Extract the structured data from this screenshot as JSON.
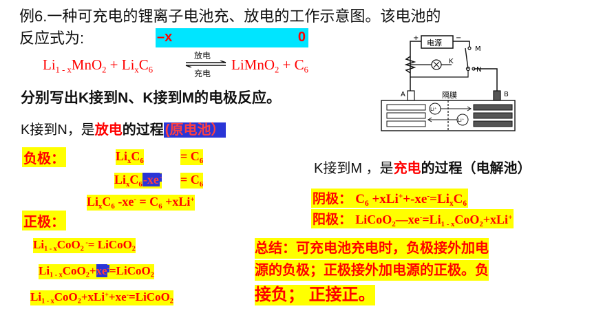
{
  "question": {
    "line1": "例6.一种可充电的锂离子电池充、放电的工作示意图。该电池的",
    "line2": "反应式为:"
  },
  "cyan_bar": {
    "left": "–x",
    "right": "0"
  },
  "reaction": {
    "left": [
      "Li",
      "1 - x",
      "MnO",
      "2",
      " + Li",
      "x",
      "C",
      "6"
    ],
    "arrow_top": "放电",
    "arrow_bottom": "充电",
    "right": [
      "LiMnO",
      "2",
      " + C",
      "6"
    ]
  },
  "instruction": "分别写出K接到N、K接到M的电极反应。",
  "case_n": {
    "prefix": "K接到N，是",
    "keyword": "放电",
    "suffix": "的过程",
    "tag": "(原电池）"
  },
  "case_m": {
    "prefix": "K接到M ，是",
    "keyword": "充电",
    "suffix": "的过程（电解池）"
  },
  "negative_label": "负极：",
  "positive_label": "正极：",
  "neg_eq1": {
    "lhs": [
      "Li",
      "x",
      "C",
      "6"
    ],
    "rhs": [
      "=  C",
      "6"
    ]
  },
  "neg_eq2": {
    "lhs": [
      "Li",
      "x",
      "C",
      "6"
    ],
    "hl": "-xe",
    "hl_sup": "-",
    "rhs": [
      "=  C",
      "6"
    ]
  },
  "neg_eq3": {
    "text": [
      "Li",
      "x",
      "C",
      "6",
      " -xe",
      "-",
      " =   C",
      "6",
      " +xLi",
      "+"
    ]
  },
  "cathode": {
    "label": "阴极：",
    "eq": [
      "C",
      "6",
      " +xLi",
      "+",
      "+-xe",
      "-",
      "=Li",
      "x",
      "C",
      "6"
    ]
  },
  "anode": {
    "label": "阳极：",
    "eq": [
      "LiCoO",
      "2",
      "—xe",
      "-",
      "=Li",
      "1 - x",
      "CoO",
      "2",
      "+xLi",
      "+"
    ]
  },
  "pos_eq1": [
    "Li",
    "1 - x",
    "CoO",
    "2",
    " -",
    "=  LiCoO",
    "2"
  ],
  "pos_eq2": {
    "pre": [
      "Li",
      "1 - x",
      "CoO",
      "2",
      "+"
    ],
    "hl": "xe",
    "hl_sup": "-",
    "post": [
      "=LiCoO",
      "2"
    ]
  },
  "pos_eq3": [
    "Li",
    "1 - x",
    "CoO",
    "2",
    "+xLi",
    "+",
    "+xe",
    "-",
    "=LiCoO",
    "2"
  ],
  "summary": {
    "lines": [
      "总结：可充电池充电时，负极接外加电",
      "源的负极；正极接外加电源的正极。负",
      "接负； 正接正。"
    ]
  },
  "diagram": {
    "power_label": "电源",
    "k_label": "K",
    "m_label": "M",
    "n_label": "N",
    "membrane_label": "隔膜",
    "a_label": "A",
    "b_label": "B",
    "plus": "+",
    "minus": "−",
    "ion": "Li⁺"
  },
  "colors": {
    "red": "#ff0000",
    "yellow": "#ffff00",
    "cyan": "#00e5ff",
    "blue_highlight": "#2a35d6"
  }
}
